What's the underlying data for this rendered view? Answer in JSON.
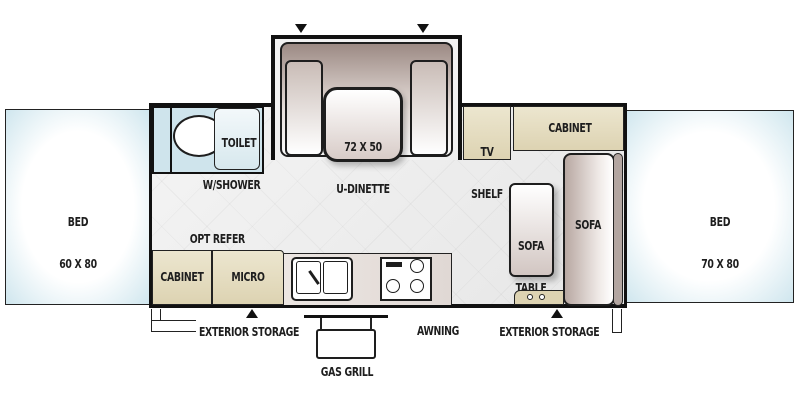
{
  "floorplan": {
    "left_bed": {
      "line1": "BED",
      "line2": "60 X 80"
    },
    "right_bed": {
      "line1": "BED",
      "line2": "70 X 80"
    },
    "toilet": "TOILET",
    "shower": "W/SHOWER",
    "dinette": {
      "line1": "72 X 50",
      "line2": "U-DINETTE"
    },
    "tv_shelf": {
      "line1": "TV",
      "line2": "SHELF"
    },
    "top_cabinet": "CABINET",
    "sofa_table": {
      "line1": "SOFA",
      "line2": "TABLE"
    },
    "sofa": "SOFA",
    "opt_refer": "OPT REFER",
    "bottom_cabinet": "CABINET",
    "micro": "MICRO",
    "exterior_storage_left": "EXTERIOR STORAGE",
    "awning": "AWNING",
    "exterior_storage_right": "EXTERIOR STORAGE",
    "gas_grill": "GAS GRILL"
  },
  "colors": {
    "bed_fill": "#cfe6ee",
    "cabinet_fill": "#e5dcc0",
    "sofa_fill": "#d8ccc8",
    "wall": "#111111"
  }
}
